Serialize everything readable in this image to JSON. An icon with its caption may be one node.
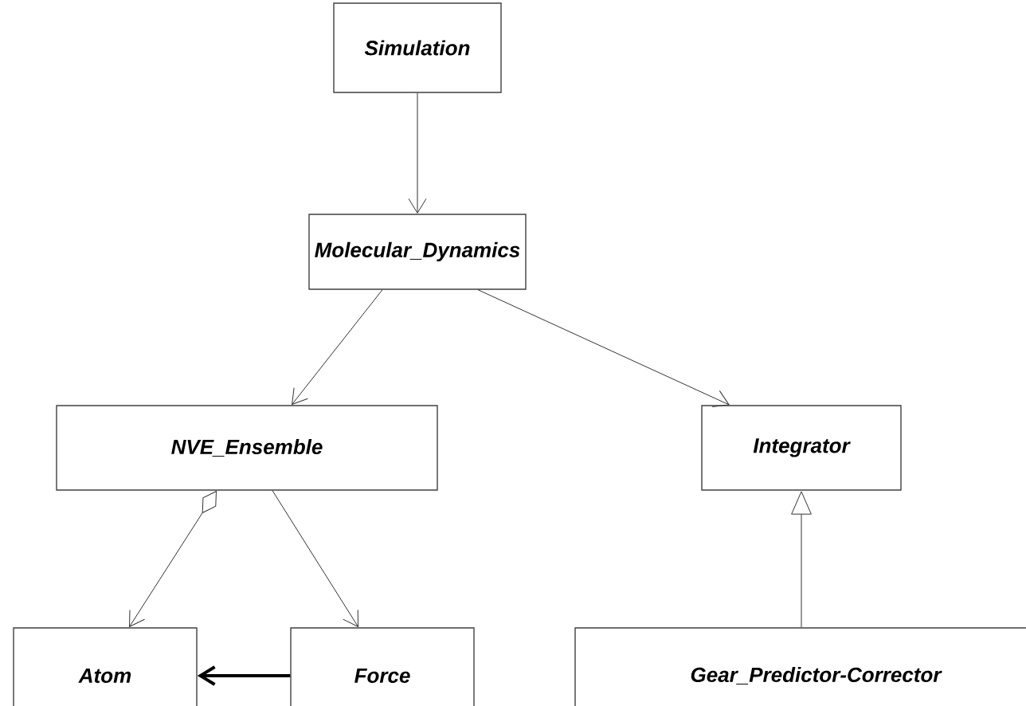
{
  "diagram": {
    "nodes": [
      {
        "text": [
          "Simulation"
        ]
      },
      {
        "text": [
          "Molecular_Dynamics"
        ]
      },
      {
        "text": [
          "NVE_Ensemble"
        ]
      },
      {
        "text": [
          "Integrator"
        ]
      },
      {
        "text": [
          "Atom"
        ]
      },
      {
        "text": [
          "Force"
        ]
      },
      {
        "text": [
          "Gear_Predictor-Corrector"
        ]
      }
    ],
    "edges": [
      {
        "from": 0,
        "to": 1,
        "arrow": "to"
      },
      {
        "from": 1,
        "to": 2,
        "arrow": "to"
      },
      {
        "from": 1,
        "to": 3,
        "arrow": "to"
      },
      {
        "from": 2,
        "to": 4,
        "arrow": "to"
      },
      {
        "from": 2,
        "to": 5,
        "arrow": "to"
      },
      {
        "from": 5,
        "to": 4,
        "arrow": "to",
        "style": "thick"
      },
      {
        "from": 6,
        "to": 3,
        "arrow": "to"
      }
    ]
  }
}
